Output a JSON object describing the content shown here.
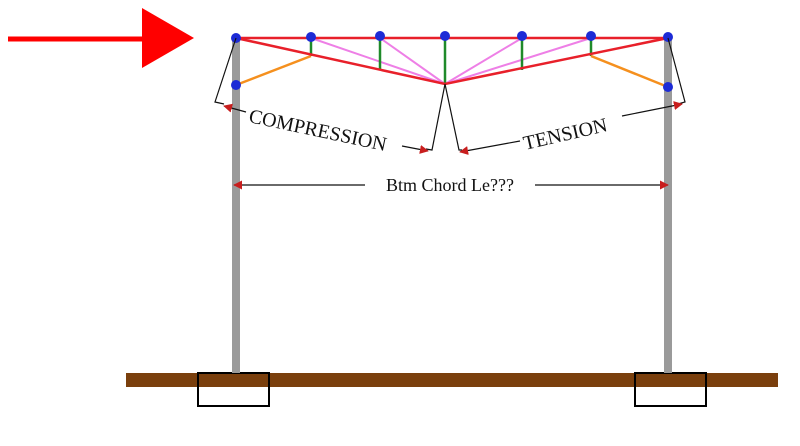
{
  "labels": {
    "compression": "COMPRESSION",
    "tension": "TENSION",
    "bottom_chord": "Btm Chord Le???"
  },
  "colors": {
    "load_arrow": "#ff0000",
    "top_chord": "#e8202a",
    "bottom_chord": "#e8202a",
    "web_diagonal": "#ee7fe6",
    "web_vertical": "#1f8a2a",
    "knee_brace": "#f5901e",
    "joint": "#1d2bd6",
    "column": "#9a9a9a",
    "ground": "#7a3f0d",
    "footing": "#000000",
    "dimension": "#111111",
    "dimension_arrowhead": "#c81e1e"
  },
  "icons": {
    "load_arrow": "right-arrow-icon",
    "joint": "circle-node-icon",
    "footing": "rectangle-outline-icon"
  }
}
